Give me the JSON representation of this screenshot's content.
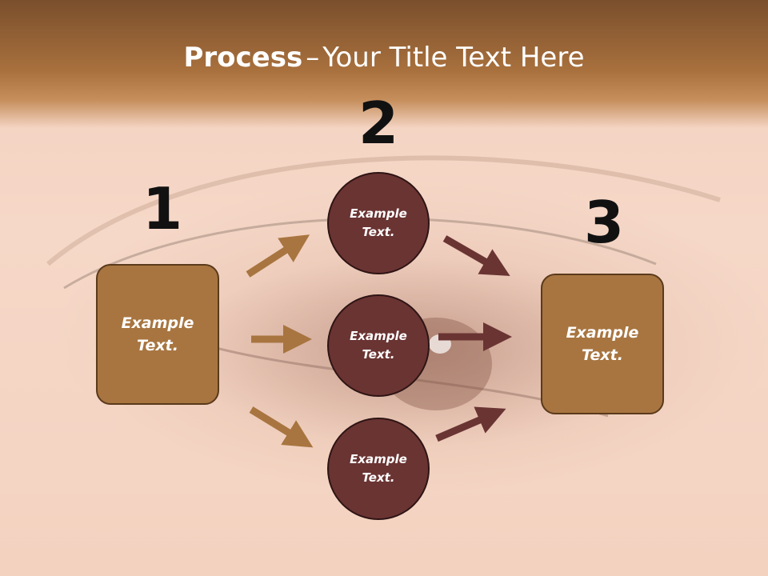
{
  "title": {
    "bold": "Process",
    "separator": "–",
    "rest": "Your Title Text Here"
  },
  "steps": [
    {
      "number": "1",
      "label": "Example\nText."
    },
    {
      "number": "2",
      "label": ""
    },
    {
      "number": "3",
      "label": "Example\nText."
    }
  ],
  "circles": [
    {
      "label": "Example\nText."
    },
    {
      "label": "Example\nText."
    },
    {
      "label": "Example\nText."
    }
  ],
  "colors": {
    "box_fill": "#a87540",
    "circle_fill": "#6a3433",
    "arrow_left": "#a87540",
    "arrow_right": "#6a3433",
    "title_band": "#a8703d"
  }
}
